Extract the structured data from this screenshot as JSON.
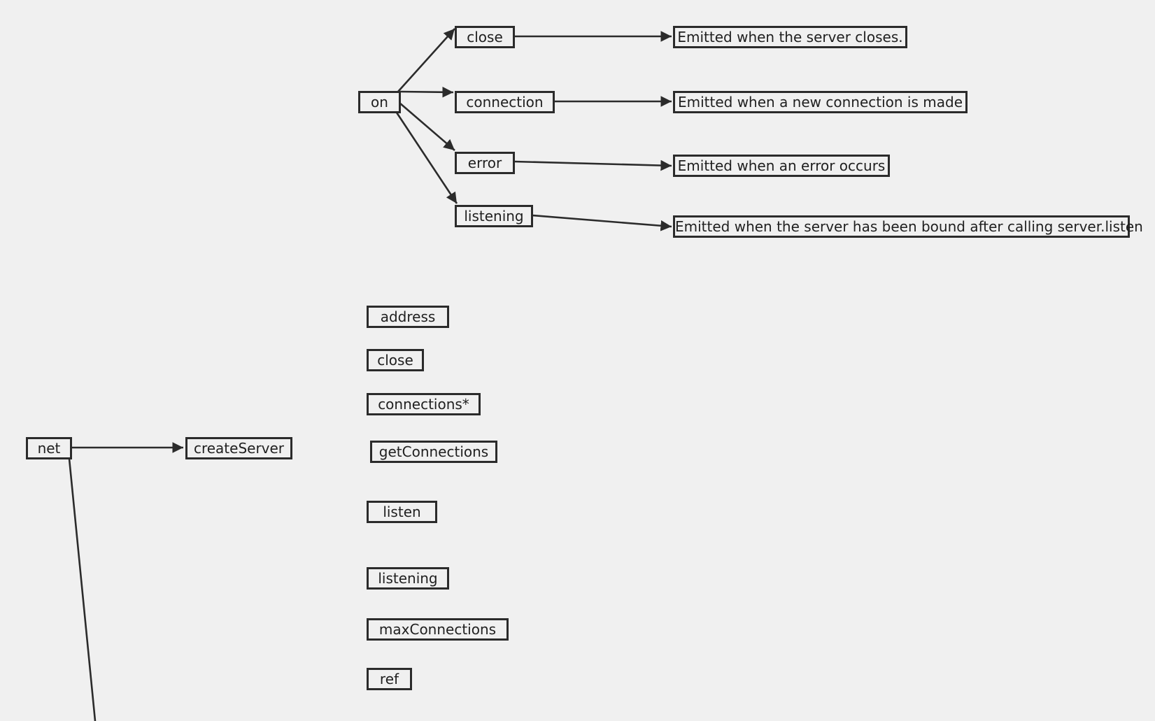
{
  "colors": {
    "background": "#f0f0f0",
    "stroke": "#2b2b2b",
    "text": "#1f1f1f"
  },
  "nodes": {
    "net": "net",
    "create_server": "createServer",
    "on": "on",
    "events": {
      "close": "close",
      "connection": "connection",
      "error": "error",
      "listening": "listening"
    },
    "descriptions": {
      "close": "Emitted when the server closes.",
      "connection": "Emitted when a new connection is made",
      "error": "Emitted when an error occurs",
      "listening": "Emitted when the server has been bound after calling server.listen"
    },
    "server_members": {
      "address": "address",
      "close": "close",
      "connections": "connections*",
      "get_connections": "getConnections",
      "listen": "listen",
      "listening": "listening",
      "max_connections": "maxConnections",
      "ref": "ref"
    }
  }
}
